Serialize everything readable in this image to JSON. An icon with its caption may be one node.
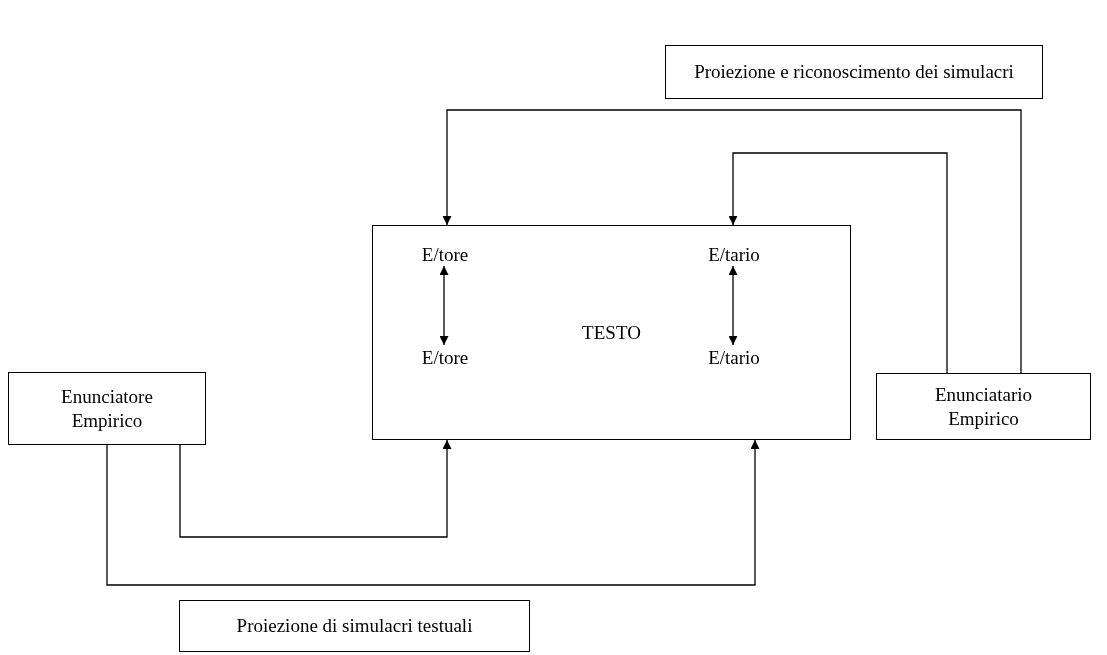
{
  "diagram": {
    "nodes": [
      {
        "text": [
          "Proiezione e riconoscimento dei simulacri"
        ]
      },
      {
        "text": [
          "TESTO"
        ]
      },
      {
        "text": [
          "E/tore"
        ],
        "in": 1
      },
      {
        "text": [
          "E/tario"
        ],
        "in": 1
      },
      {
        "text": [
          "E/tore"
        ],
        "in": 1
      },
      {
        "text": [
          "E/tario"
        ],
        "in": 1
      },
      {
        "text": [
          "Enunciatore Empirico"
        ]
      },
      {
        "text": [
          "Enunciatario Empirico"
        ]
      },
      {
        "text": [
          "Proiezione di simulacri testuali"
        ]
      }
    ],
    "edges": [
      {
        "from": 2,
        "to": 4,
        "arrow": "both"
      },
      {
        "from": 3,
        "to": 5,
        "arrow": "both"
      },
      {
        "from": 7,
        "to": 1,
        "arrow": "to"
      },
      {
        "from": 7,
        "to": 1,
        "arrow": "to"
      },
      {
        "from": 6,
        "to": 1,
        "arrow": "to"
      },
      {
        "from": 6,
        "to": 1,
        "arrow": "to"
      }
    ]
  }
}
